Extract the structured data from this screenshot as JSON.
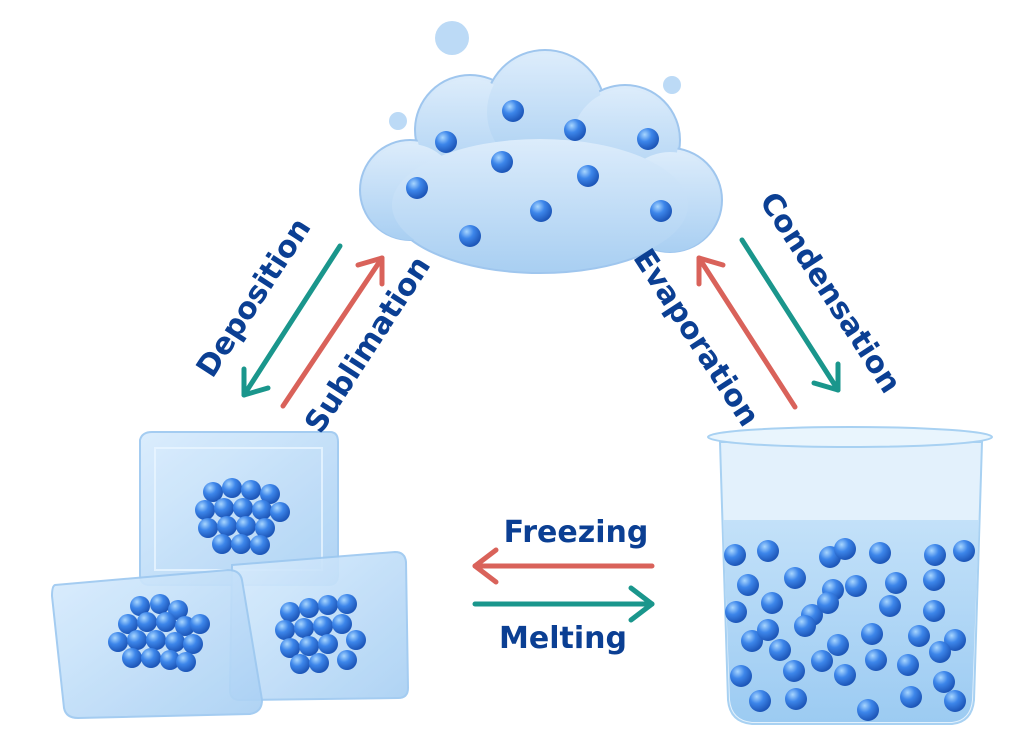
{
  "labels": {
    "deposition": "Deposition",
    "sublimation": "Sublimation",
    "evaporation": "Evaporation",
    "condensation": "Condensation",
    "freezing": "Freezing",
    "melting": "Melting"
  },
  "colors": {
    "label_text": "#0b3f93",
    "arrow_red": "#d9625a",
    "arrow_teal": "#1a968c",
    "particle": "#2f78e0",
    "particle_highlight": "#9fd0ff",
    "cloud_fill": "#bcdaf6",
    "ice_fill": "#c5e2fb",
    "water_fill": "#a9d3f5",
    "beaker_glass": "#d9edfb"
  },
  "icons": {
    "gas": "cloud-icon",
    "solid": "ice-cubes-icon",
    "liquid": "beaker-of-water-icon"
  }
}
